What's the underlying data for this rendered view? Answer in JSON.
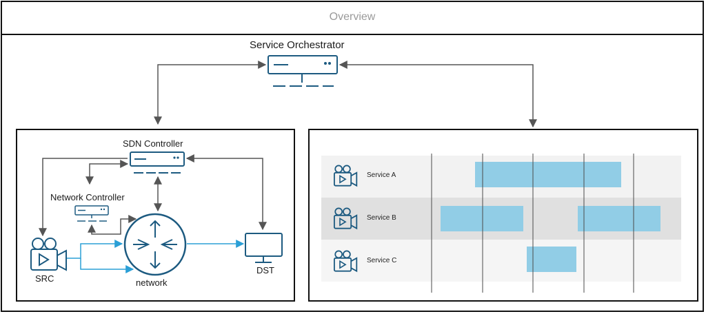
{
  "header": {
    "title": "Overview"
  },
  "orchestrator": {
    "label": "Service Orchestrator"
  },
  "network_panel": {
    "sdn_label": "SDN Controller",
    "network_controller_label": "Network Controller",
    "src_label": "SRC",
    "dst_label": "DST",
    "network_label": "network"
  },
  "services": [
    {
      "label": "Service A"
    },
    {
      "label": "Service B"
    },
    {
      "label": "Service C"
    }
  ],
  "colors": {
    "device": "#1c5a80",
    "flow": "#2a9fd6",
    "bar": "#91cde6",
    "arrow": "#555555"
  }
}
